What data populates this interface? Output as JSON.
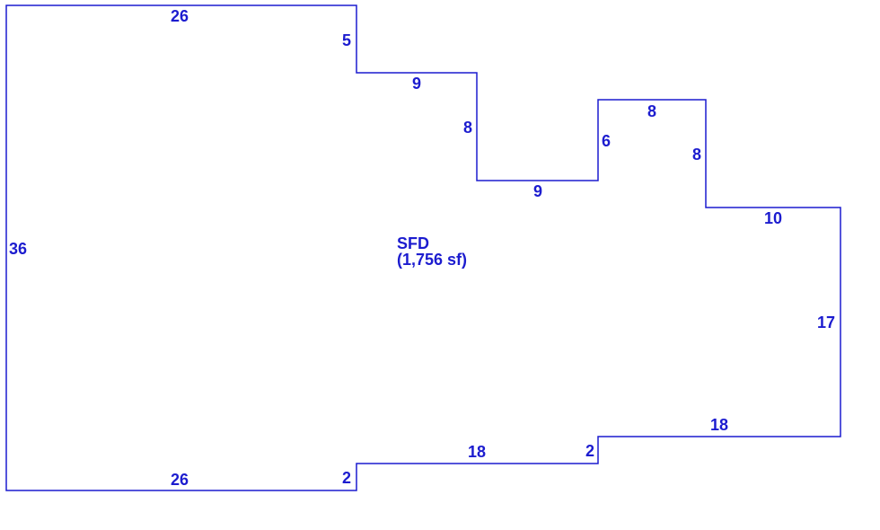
{
  "diagram": {
    "line_color": "#1c1ccf",
    "text_color": "#1c1ccf",
    "area": {
      "name": "SFD",
      "size": "(1,756 sf)"
    },
    "dimensions": {
      "top": "26",
      "step1_drop": "5",
      "step1_run": "9",
      "step2_drop": "8",
      "step2_run": "9",
      "bump_rise": "6",
      "bump_top": "8",
      "bump_drop": "8",
      "right_top_run": "10",
      "right_side": "17",
      "bottom_right": "18",
      "bottom_step_right": "2",
      "bottom_mid": "18",
      "bottom_step_left": "2",
      "bottom_left": "26",
      "left_side": "36"
    }
  }
}
